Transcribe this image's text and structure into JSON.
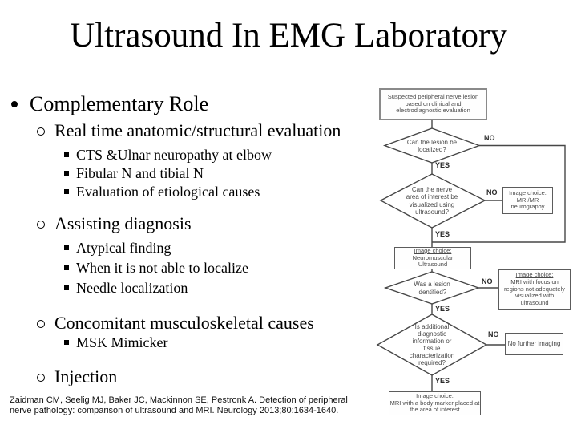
{
  "slide": {
    "title": "Ultrasound In EMG Laboratory",
    "content": {
      "l1": "Complementary Role",
      "sections": [
        {
          "label": "Real time anatomic/structural evaluation",
          "items": [
            "CTS &Ulnar neuropathy at elbow",
            "Fibular N and tibial N",
            "Evaluation of etiological causes"
          ]
        },
        {
          "label": "Assisting diagnosis",
          "items": [
            "Atypical finding",
            "When it is not able to localize",
            "Needle localization"
          ]
        },
        {
          "label": "Concomitant musculoskeletal causes",
          "items": [
            "MSK Mimicker"
          ]
        },
        {
          "label": "Injection",
          "items": []
        }
      ],
      "citation": "Zaidman CM, Seelig MJ, Baker JC, Mackinnon SE, Pestronk A. Detection of peripheral nerve pathology: comparison of ultrasound and MRI. Neurology 2013;80:1634-1640."
    },
    "flowchart": {
      "start_box": "Suspected peripheral nerve lesion based on clinical and electrodiagnostic evaluation",
      "q_localize": "Can the lesion be localized?",
      "q_visualize": "Can the nerve area of interest be visualized using ultrasound?",
      "q_lesion_identified": "Was a lesion identified?",
      "q_additional_info": "Is additional diagnostic information or tissue characterization required?",
      "image_choice_label": "Image choice:",
      "mri_neurography": "MRI/MR neurography",
      "neuromuscular_ultrasound": "Neuromuscular Ultrasound",
      "mri_focus": "MRI with focus on regions not adequately visualized with ultrasound",
      "no_further_imaging": "No further imaging",
      "mri_body_marker": "MRI with a body marker placed at the area of interest",
      "labels": {
        "yes": "YES",
        "no": "NO"
      }
    },
    "colors": {
      "background": "#ffffff",
      "text": "#000000",
      "flow_line": "#474747",
      "flow_text": "#4a4a4a",
      "flow_box_border": "#5c5c5c"
    }
  }
}
